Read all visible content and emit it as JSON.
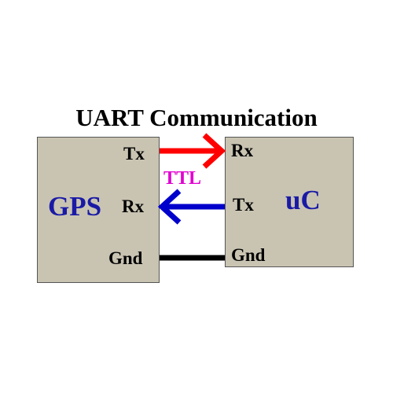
{
  "title": "UART Communication",
  "gps": {
    "label": "GPS",
    "pins": {
      "tx": "Tx",
      "rx": "Rx",
      "gnd": "Gnd"
    }
  },
  "uc": {
    "label": "uC",
    "pins": {
      "rx": "Rx",
      "tx": "Tx",
      "gnd": "Gnd"
    }
  },
  "link_label": "TTL",
  "colors": {
    "box_fill": "#c9c4b2",
    "box_label": "#1a1aa6",
    "tx_to_rx_arrow": "#ff0000",
    "rx_from_tx_arrow": "#0000cc",
    "ground_wire": "#000000",
    "link_label": "#e000d0"
  }
}
